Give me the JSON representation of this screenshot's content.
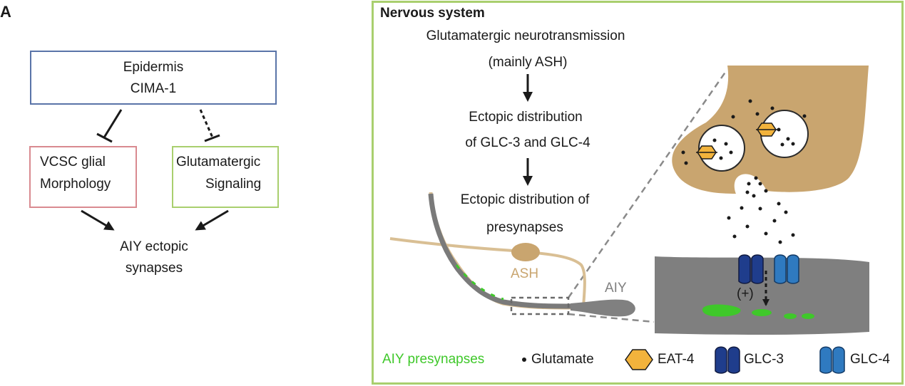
{
  "panel_letter": "A",
  "left": {
    "epidermis_box": {
      "line1": "Epidermis",
      "line2": "CIMA-1",
      "border_color": "#5a74a8"
    },
    "vcsc_box": {
      "line1": "VCSC glial",
      "line2": "Morphology",
      "border_color": "#d98a90"
    },
    "glut_box": {
      "line1": "Glutamatergic",
      "line2": "Signaling",
      "border_color": "#a9cf6e"
    },
    "outcome": {
      "line1": "AIY ectopic",
      "line2": "synapses"
    }
  },
  "right": {
    "panel_border_color": "#a9cf6e",
    "title": "Nervous system",
    "flow": {
      "step1_line1": "Glutamatergic neurotransmission",
      "step1_line2": "(mainly ASH)",
      "step2_line1": "Ectopic distribution",
      "step2_line2": "of GLC-3 and GLC-4",
      "step3_line1": "Ectopic distribution of",
      "step3_line2": "presynapses"
    },
    "neuron_labels": {
      "ash": "ASH",
      "aiy": "AIY"
    },
    "plus_label": "(+)",
    "legend": {
      "presynapses": "AIY presynapses",
      "glutamate": "Glutamate",
      "eat4": "EAT-4",
      "glc3": "GLC-3",
      "glc4": "GLC-4"
    },
    "colors": {
      "ash": "#c9a56f",
      "aiy": "#808080",
      "presynapse_green": "#3fc82a",
      "eat4": "#f2b33c",
      "glc3": "#1f3d8c",
      "glc4": "#2f7ac0"
    }
  }
}
